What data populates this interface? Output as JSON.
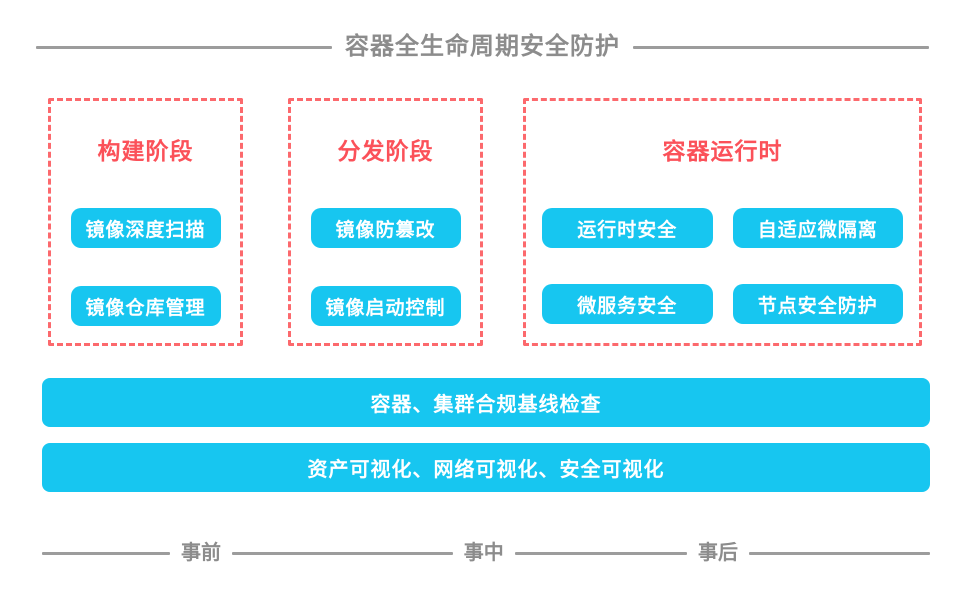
{
  "header": {
    "title": "容器全生命周期安全防护"
  },
  "phases": [
    {
      "label": "构建阶段",
      "items": [
        "镜像深度扫描",
        "镜像仓库管理"
      ]
    },
    {
      "label": "分发阶段",
      "items": [
        "镜像防篡改",
        "镜像启动控制"
      ]
    },
    {
      "label": "容器运行时",
      "items": [
        "运行时安全",
        "自适应微隔离",
        "微服务安全",
        "节点安全防护"
      ]
    }
  ],
  "bars": [
    "容器、集群合规基线检查",
    "资产可视化、网络可视化、安全可视化"
  ],
  "timeline": [
    "事前",
    "事中",
    "事后"
  ],
  "colors": {
    "accent_cyan": "#17C6F0",
    "phase_red_text": "#FB5159",
    "dashed_border_red": "#FC696D",
    "line_gray": "#9C9C9C",
    "text_gray": "#8C8C8C"
  }
}
